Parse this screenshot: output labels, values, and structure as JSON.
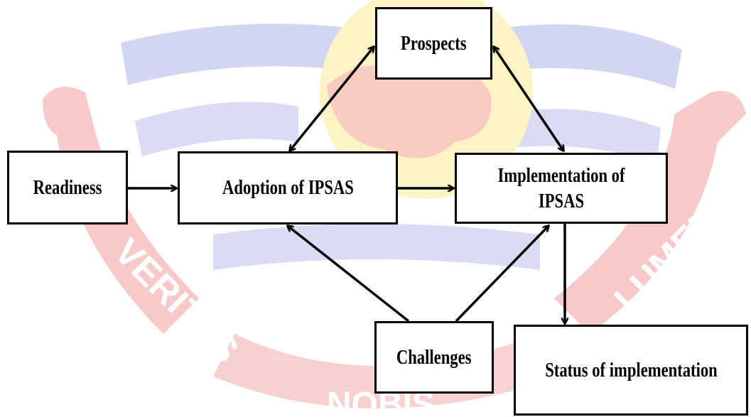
{
  "diagram": {
    "nodes": {
      "readiness": "Readiness",
      "adoption": "Adoption of IPSAS",
      "prospects": "Prospects",
      "implementation": "Implementation of IPSAS",
      "challenges": "Challenges",
      "status": "Status of implementation"
    },
    "edges": [
      {
        "from": "readiness",
        "to": "adoption",
        "direction": "forward"
      },
      {
        "from": "adoption",
        "to": "implementation",
        "direction": "forward"
      },
      {
        "from": "adoption",
        "to": "prospects",
        "direction": "both"
      },
      {
        "from": "prospects",
        "to": "implementation",
        "direction": "both"
      },
      {
        "from": "challenges",
        "to": "adoption",
        "direction": "forward"
      },
      {
        "from": "challenges",
        "to": "implementation",
        "direction": "forward"
      },
      {
        "from": "implementation",
        "to": "status",
        "direction": "forward"
      }
    ]
  },
  "watermark": {
    "left_ribbon_text": "VERITAS",
    "right_ribbon_text": "LUMEN",
    "bottom_text": "NOBIS",
    "colors": {
      "ribbon": "#f4a6a6",
      "shield": "#b9bde6",
      "sun": "#fbeea0",
      "emblem": "#f6b0a6"
    }
  }
}
